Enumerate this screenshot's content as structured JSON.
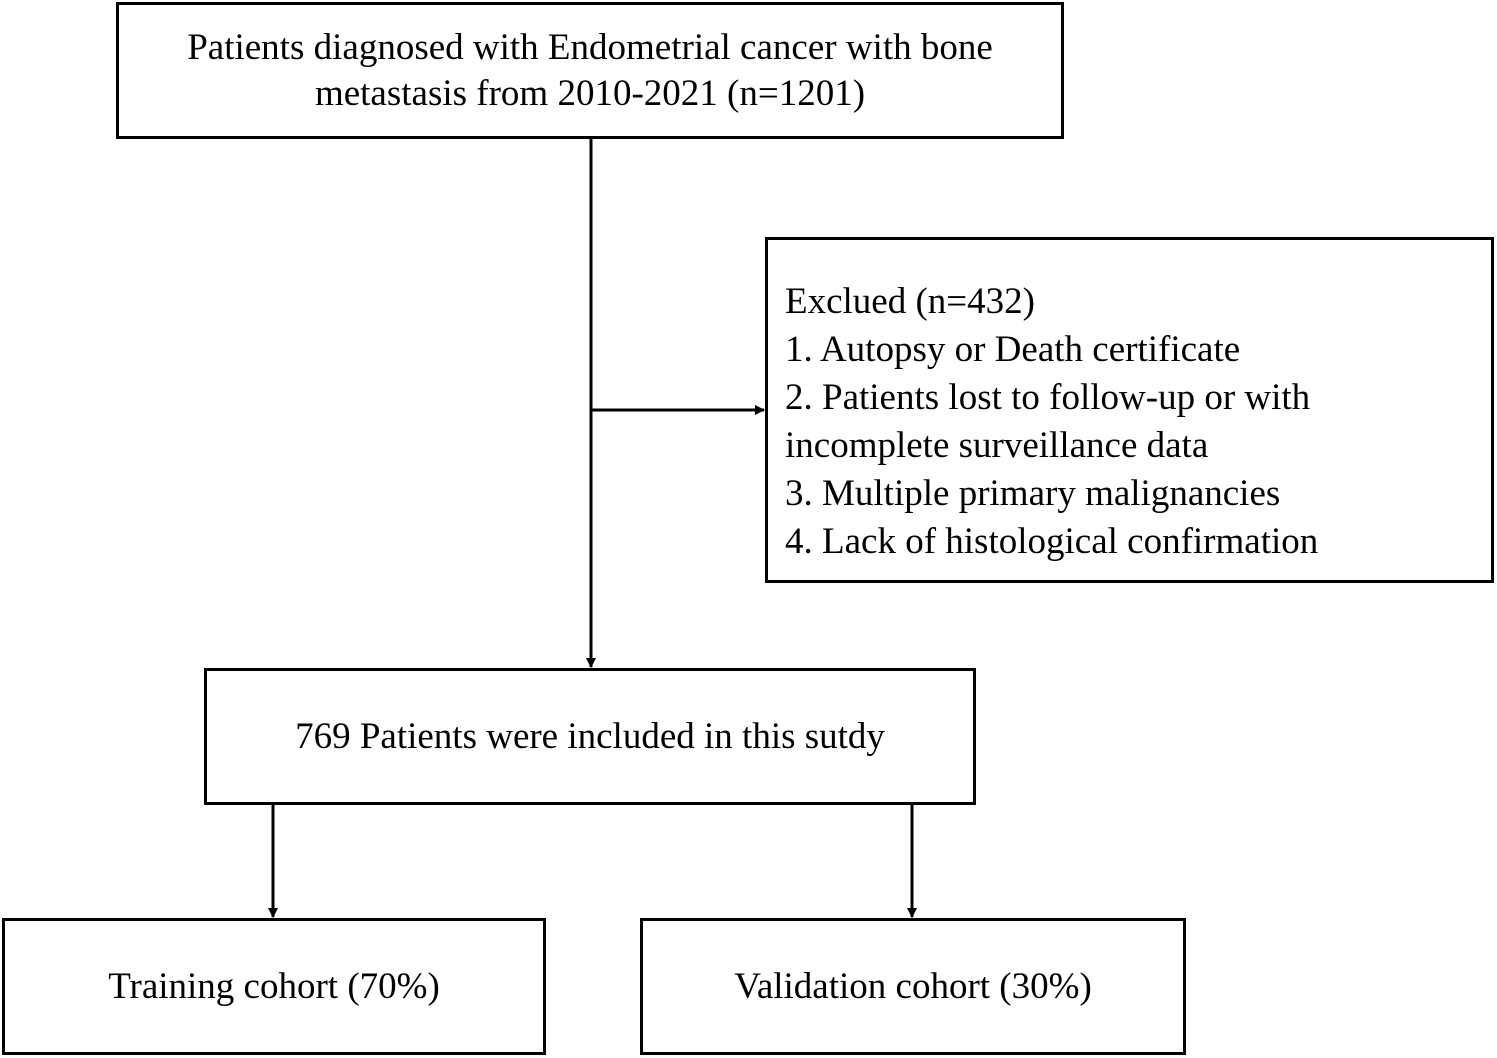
{
  "flowchart": {
    "top_box": {
      "lines": [
        "Patients diagnosed with Endometrial cancer with bone",
        "metastasis from 2010-2021 (n=1201)"
      ]
    },
    "excluded_box": {
      "lines": [
        "Exclued (n=432)",
        "1. Autopsy or Death certificate",
        "2. Patients lost to follow-up or with",
        "incomplete surveillance data",
        "3. Multiple primary malignancies",
        "4. Lack of histological confirmation"
      ]
    },
    "included_box": {
      "text": "769 Patients were included in this sutdy"
    },
    "training_box": {
      "text": "Training cohort (70%)"
    },
    "validation_box": {
      "text": "Validation cohort (30%)"
    },
    "line_color": "#000000"
  }
}
